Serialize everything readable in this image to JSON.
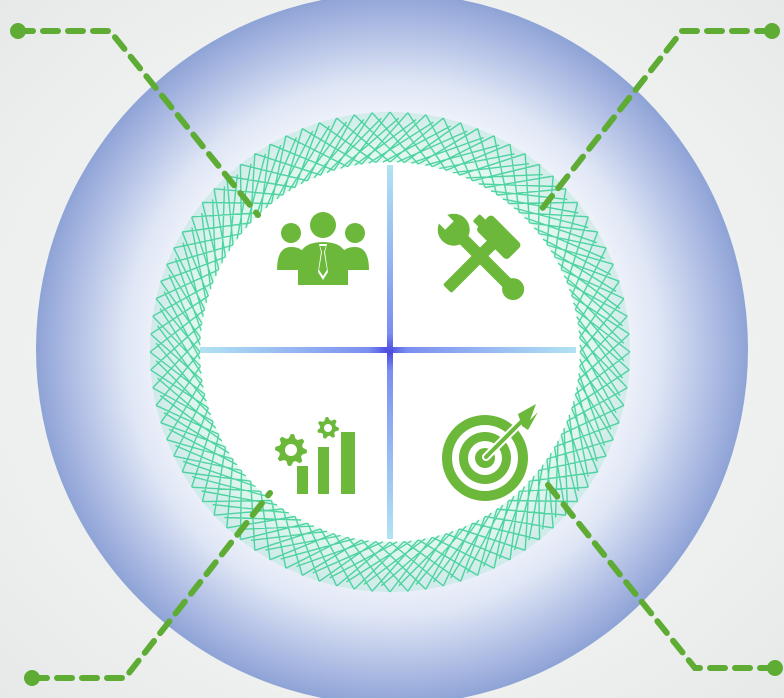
{
  "diagram": {
    "colors": {
      "background": "#f1f3f2",
      "outer_glow": "#8ea3d6",
      "ring": "#3fcf98",
      "icon": "#6cb83a",
      "connector": "#5eac34",
      "cross_light": "#a9dff2",
      "cross_center": "#4b4be0"
    },
    "quadrants": [
      {
        "id": "team",
        "icon": "team-people-icon"
      },
      {
        "id": "tools",
        "icon": "hammer-wrench-icon"
      },
      {
        "id": "performance",
        "icon": "gears-bar-chart-icon"
      },
      {
        "id": "goal",
        "icon": "target-arrow-icon"
      }
    ],
    "connectors": [
      {
        "id": "top-left"
      },
      {
        "id": "top-right"
      },
      {
        "id": "bottom-left"
      },
      {
        "id": "bottom-right"
      }
    ]
  }
}
